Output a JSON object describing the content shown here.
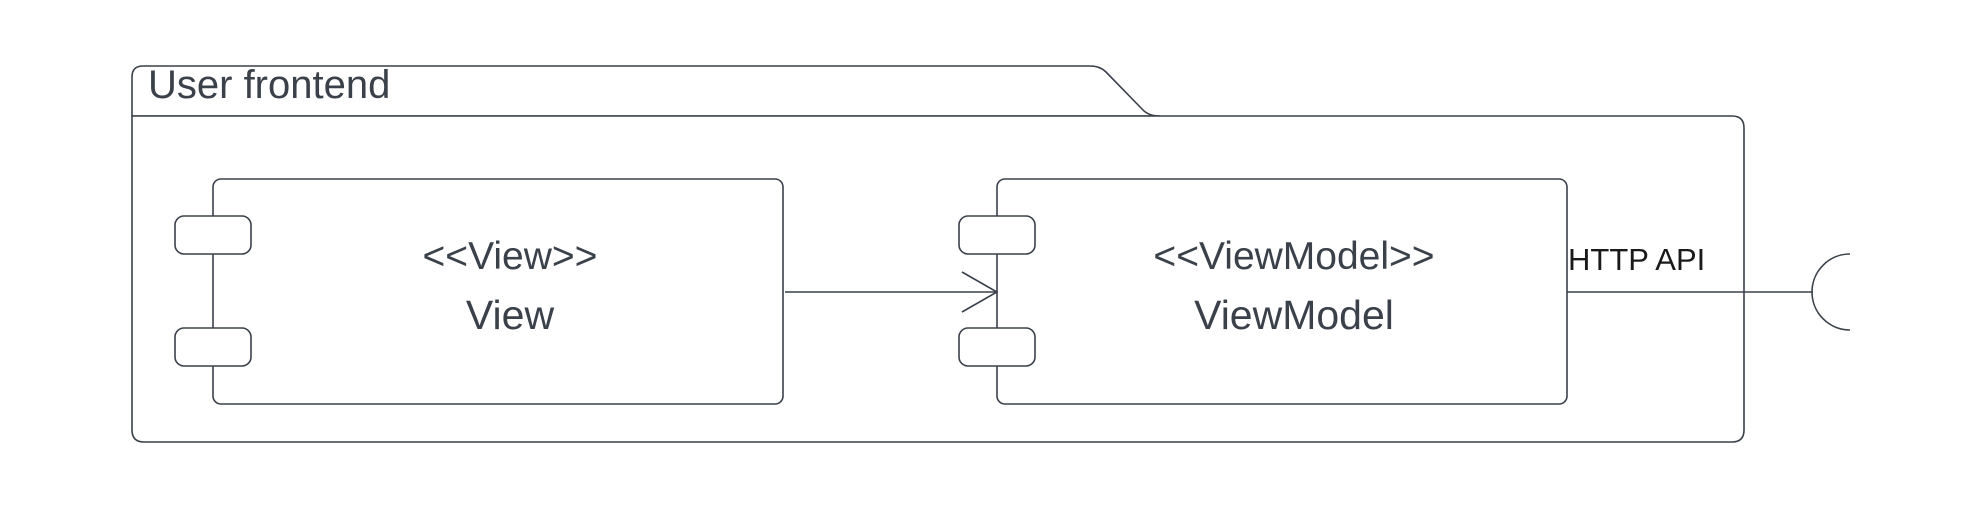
{
  "package": {
    "title": "User frontend"
  },
  "components": [
    {
      "stereotype": "<<View>>",
      "name": "View"
    },
    {
      "stereotype": "<<ViewModel>>",
      "name": "ViewModel"
    }
  ],
  "interface": {
    "label": "HTTP API"
  },
  "colors": {
    "stroke": "#3a414a",
    "text": "#3a414a",
    "background": "#ffffff"
  }
}
